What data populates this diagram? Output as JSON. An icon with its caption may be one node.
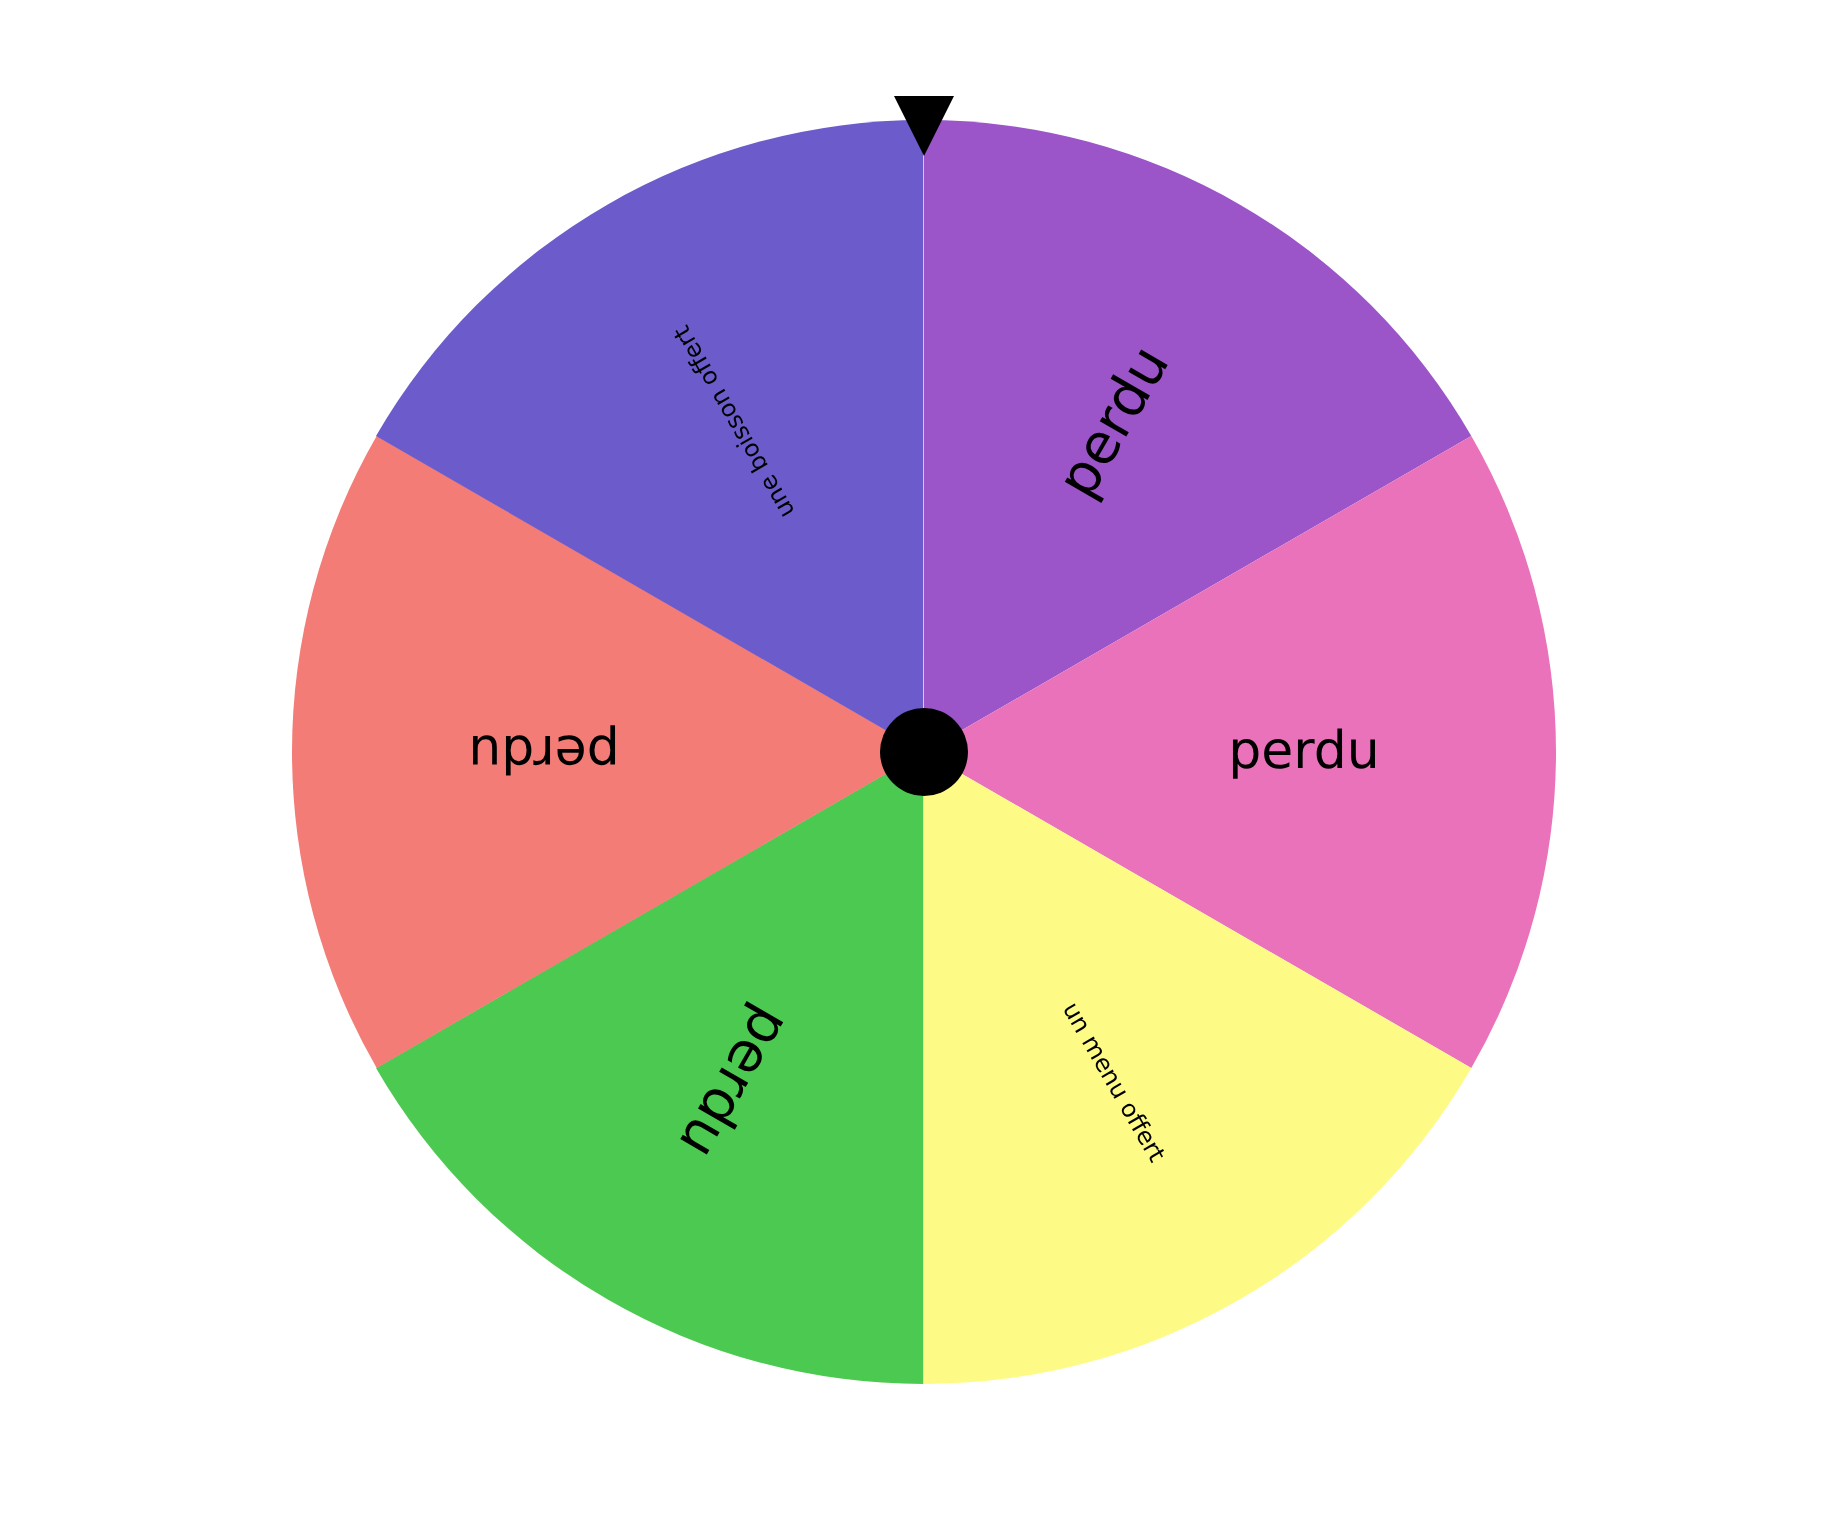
{
  "diagram": {
    "nodes": [
      {
        "text": [
          "perdu"
        ]
      },
      {
        "text": [
          "perdu"
        ]
      },
      {
        "text": [
          "un menu offert"
        ]
      },
      {
        "text": [
          "perdu"
        ]
      },
      {
        "text": [
          "perdu"
        ]
      },
      {
        "text": [
          "une boisson offert"
        ]
      }
    ]
  }
}
